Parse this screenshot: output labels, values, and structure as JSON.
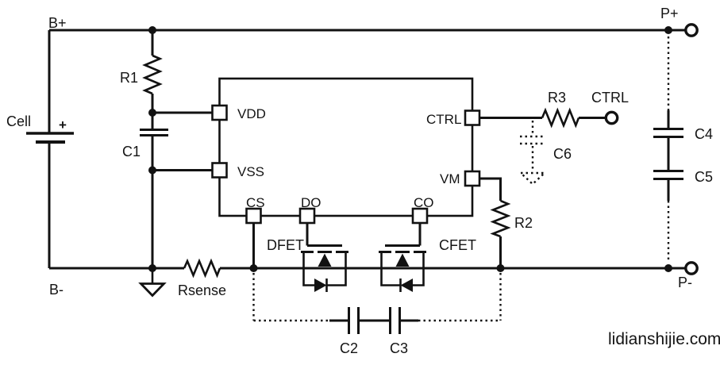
{
  "schematic": {
    "terminals": {
      "b_plus": "B+",
      "b_minus": "B-",
      "p_plus": "P+",
      "p_minus": "P-",
      "ctrl": "CTRL"
    },
    "battery": {
      "label": "Cell",
      "polarity": "+"
    },
    "ic_pins": {
      "vdd": "VDD",
      "vss": "VSS",
      "cs": "CS",
      "do": "DO",
      "co": "CO",
      "ctrl": "CTRL",
      "vm": "VM"
    },
    "components": {
      "r1": "R1",
      "r2": "R2",
      "r3": "R3",
      "rsense": "Rsense",
      "c1": "C1",
      "c2": "C2",
      "c3": "C3",
      "c4": "C4",
      "c5": "C5",
      "c6": "C6",
      "dfet": "DFET",
      "cfet": "CFET"
    },
    "watermark": {
      "text": "lidianshijie.com",
      "color": "#2892a8"
    },
    "colors": {
      "line": "#121212",
      "background": "#ffffff"
    }
  }
}
